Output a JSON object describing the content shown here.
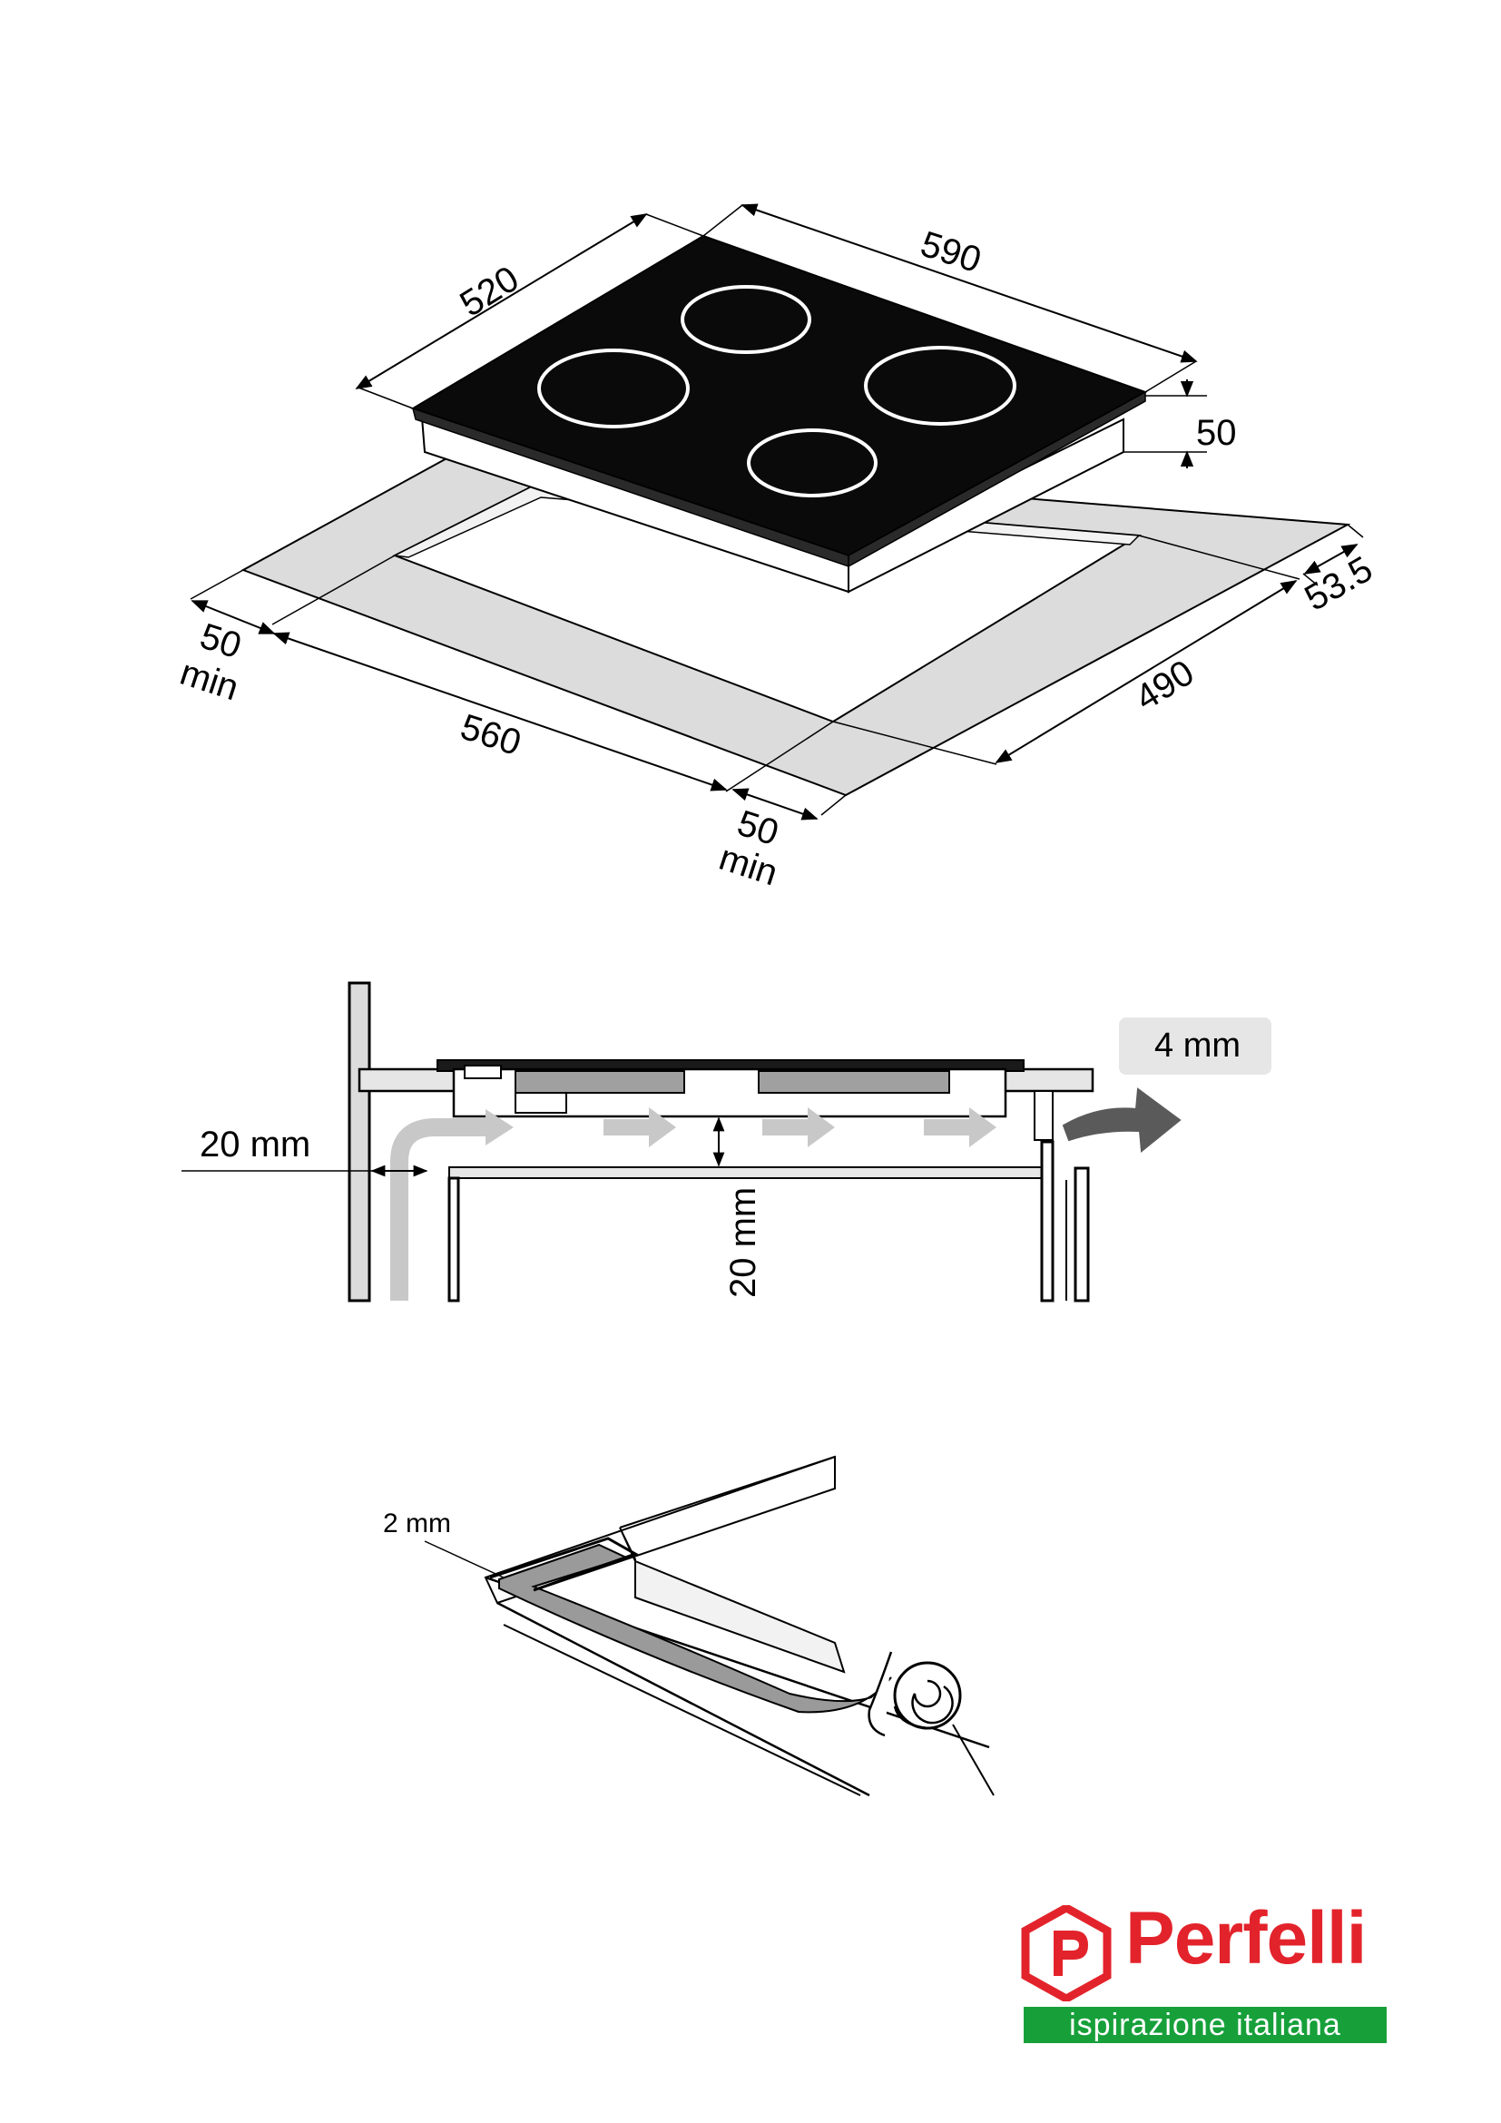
{
  "hob": {
    "dim_depth": "520",
    "dim_width": "590",
    "dim_height": "50"
  },
  "cutout": {
    "dim_front_clearance": "50",
    "dim_front_clearance_unit": "min",
    "dim_cut_width": "560",
    "dim_side_clearance": "50",
    "dim_side_clearance_unit": "min",
    "dim_cut_depth": "490",
    "dim_back_gap": "53.5"
  },
  "ventilation": {
    "gap_label": "4 mm",
    "wall_gap": "20 mm",
    "air_gap": "20 mm"
  },
  "seal": {
    "thickness": "2 mm"
  },
  "brand": {
    "name": "Perfelli",
    "tagline": "ispirazione italiana",
    "logo_icon": "hexagon-p-logo-icon",
    "primary_color": "#e3232b",
    "tagline_color": "#17a03a"
  },
  "colors": {
    "glass": "#0a0a0a",
    "worktop": "#dcdcdc",
    "airflow_arrow": "#c8c8c8",
    "exhaust_arrow": "#5a5a5a",
    "badge": "#e6e6e6"
  }
}
